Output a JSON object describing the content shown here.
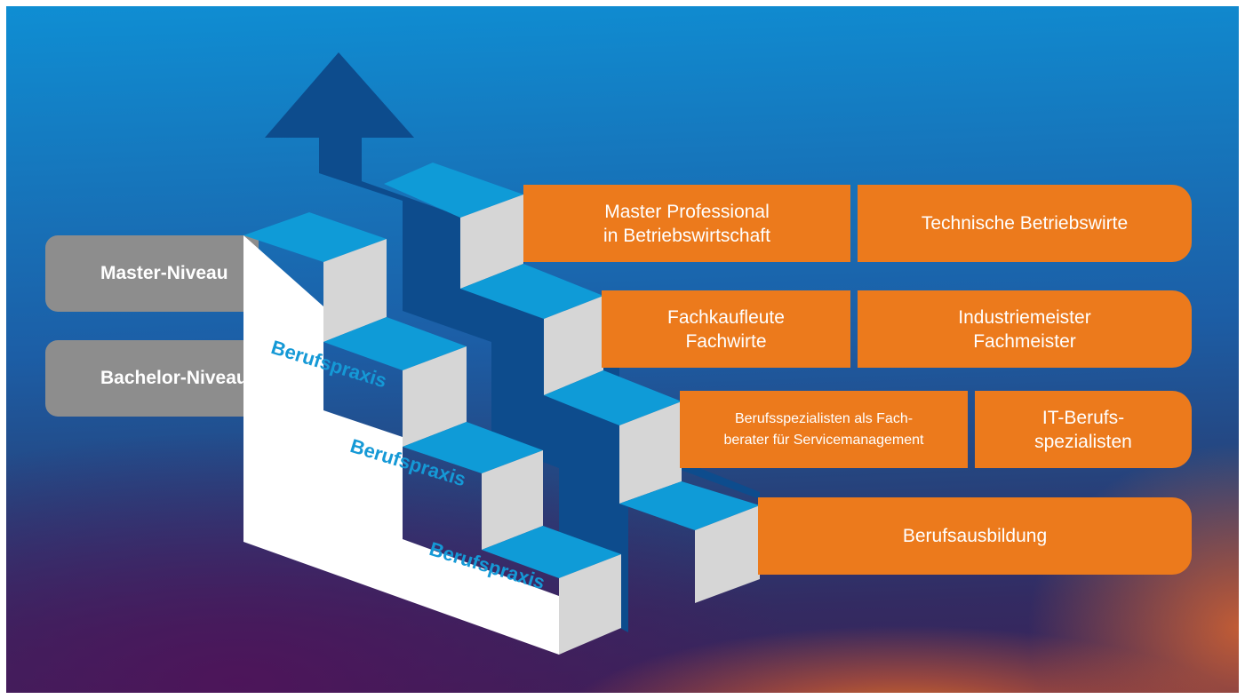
{
  "levels": {
    "master": "Master-Niveau",
    "bachelor": "Bachelor-Niveau"
  },
  "qualifications": {
    "master_professional": "Master Professional\nin Betriebswirtschaft",
    "technische_betriebswirte": "Technische Betriebswirte",
    "fachkaufleute": "Fachkaufleute\nFachwirte",
    "industriemeister": "Industriemeister\nFachmeister",
    "berufsspezialisten": "Berufsspezialisten als Fach-\nberater für Servicemanagement",
    "it_berufsspezialisten": "IT-Berufs-\nspezialisten",
    "berufsausbildung": "Berufsausbildung"
  },
  "stair_labels": {
    "upper": "Berufspraxis",
    "middle": "Berufspraxis",
    "lower": "Berufspraxis"
  },
  "colors": {
    "orange": "#ec7a1c",
    "gray": "#8d8d8d",
    "stair_top": "#0f9bd7",
    "stair_riser": "#d6d6d6",
    "stair_side": "#ffffff",
    "path": "#0d4c8d",
    "label_blue": "#1599d6"
  }
}
